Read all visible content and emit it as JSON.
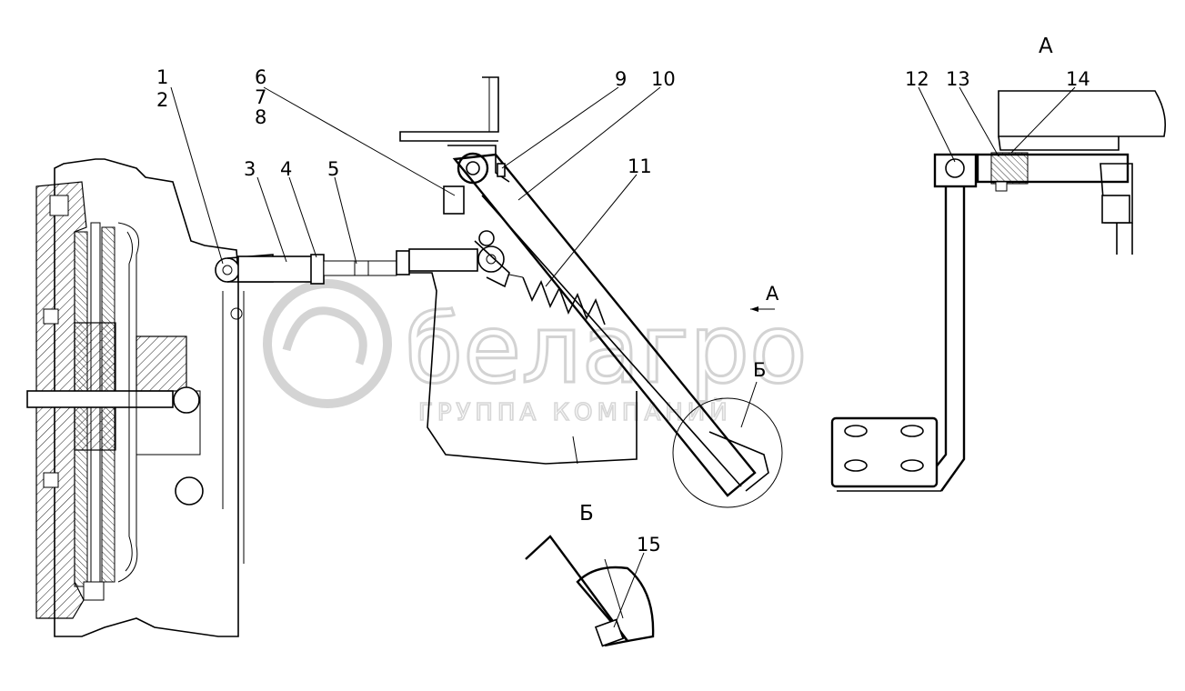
{
  "callouts": [
    {
      "id": "c1",
      "text": "1"
    },
    {
      "id": "c2",
      "text": "2"
    },
    {
      "id": "c3",
      "text": "3"
    },
    {
      "id": "c4",
      "text": "4"
    },
    {
      "id": "c5",
      "text": "5"
    },
    {
      "id": "c6",
      "text": "6"
    },
    {
      "id": "c7",
      "text": "7"
    },
    {
      "id": "c8",
      "text": "8"
    },
    {
      "id": "c9",
      "text": "9"
    },
    {
      "id": "c10",
      "text": "10"
    },
    {
      "id": "c11",
      "text": "11"
    },
    {
      "id": "c12",
      "text": "12"
    },
    {
      "id": "c13",
      "text": "13"
    },
    {
      "id": "c14",
      "text": "14"
    },
    {
      "id": "c15",
      "text": "15"
    }
  ],
  "views": {
    "view_a_title": "А",
    "view_a_arrow": "А",
    "view_b_title": "Б",
    "view_b_circle": "Б"
  },
  "watermark": {
    "brand": "белагро",
    "subtitle": "ГРУППА КОМПАНИЙ"
  }
}
